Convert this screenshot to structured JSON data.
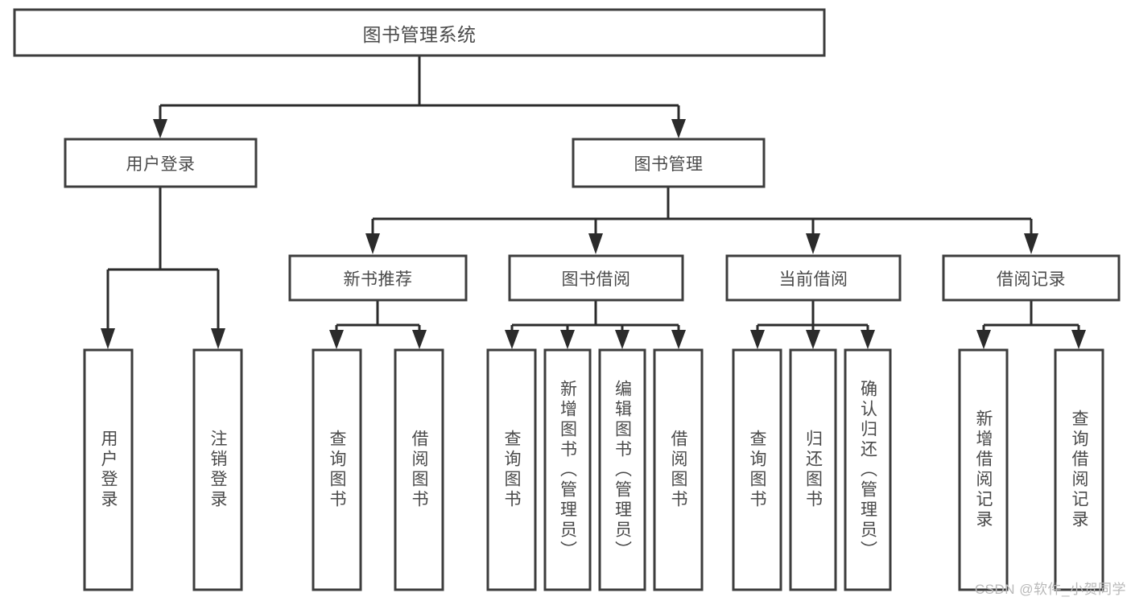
{
  "diagram": {
    "type": "tree",
    "title": "图书管理系统",
    "watermark": "CSDN @软件_小贺同学",
    "colors": {
      "box_fill": "#ffffff",
      "box_border": "#3d3d3d",
      "connector": "#2b2b2b",
      "text": "#4a4a4a",
      "watermark": "#b9b9b9",
      "background": "#ffffff"
    },
    "root": {
      "label": "图书管理系统"
    },
    "level2": [
      {
        "label": "用户登录"
      },
      {
        "label": "图书管理"
      }
    ],
    "level3": [
      {
        "label": "新书推荐"
      },
      {
        "label": "图书借阅"
      },
      {
        "label": "当前借阅"
      },
      {
        "label": "借阅记录"
      }
    ],
    "leaves": {
      "user_login": [
        {
          "label": "用户登录"
        },
        {
          "label": "注销登录"
        }
      ],
      "new_book_recommend": [
        {
          "label": "查询图书"
        },
        {
          "label": "借阅图书"
        }
      ],
      "book_borrow": [
        {
          "label": "查询图书"
        },
        {
          "label": "新增图书（管理员）"
        },
        {
          "label": "编辑图书（管理员）"
        },
        {
          "label": "借阅图书"
        }
      ],
      "current_borrow": [
        {
          "label": "查询图书"
        },
        {
          "label": "归还图书"
        },
        {
          "label": "确认归还（管理员）"
        }
      ],
      "borrow_record": [
        {
          "label": "新增借阅记录"
        },
        {
          "label": "查询借阅记录"
        }
      ]
    }
  }
}
